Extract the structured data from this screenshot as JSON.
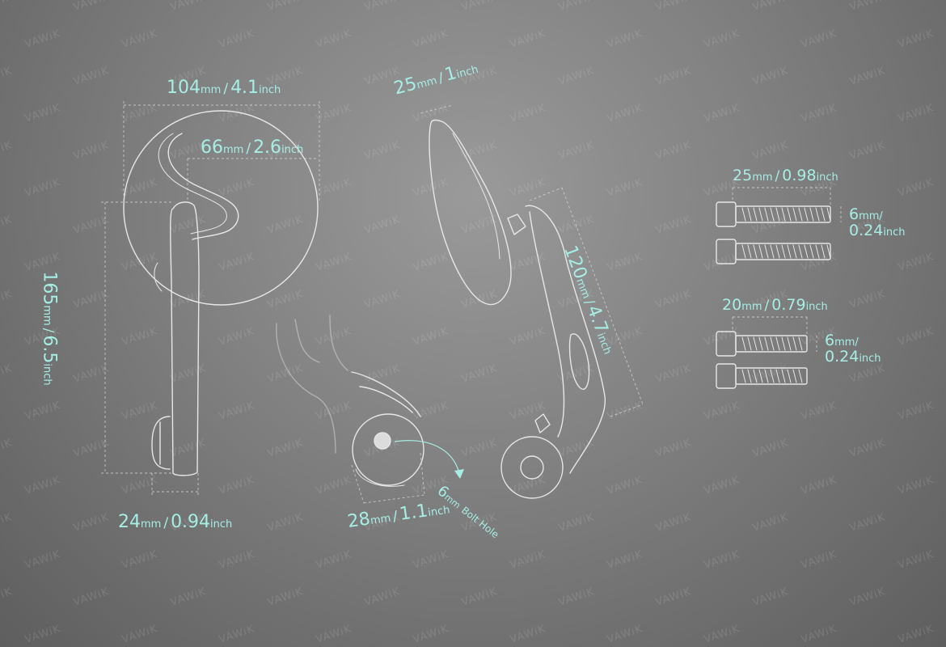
{
  "watermark": "VAWiK",
  "colors": {
    "accent": "#a6eee4",
    "outline": "#e6e6e6",
    "background": "#7f7f7f"
  },
  "dimensions": {
    "mirror_width": {
      "v1": "104",
      "u1": "mm",
      "v2": "4.1",
      "u2": "inch"
    },
    "mirror_inner": {
      "v1": "66",
      "u1": "mm",
      "v2": "2.6",
      "u2": "inch"
    },
    "mirror_height": {
      "v1": "165",
      "u1": "mm",
      "v2": "6.5",
      "u2": "inch"
    },
    "stem_width": {
      "v1": "24",
      "u1": "mm",
      "v2": "0.94",
      "u2": "inch"
    },
    "head_thickness": {
      "v1": "25",
      "u1": "mm",
      "v2": "1",
      "u2": "inch"
    },
    "arm_length": {
      "v1": "120",
      "u1": "mm",
      "v2": "4.7",
      "u2": "inch"
    },
    "clamp_width": {
      "v1": "28",
      "u1": "mm",
      "v2": "1.1",
      "u2": "inch"
    },
    "bolt_hole": {
      "v1": "6",
      "u1": "mm",
      "label": "Bolt Hole"
    }
  },
  "bolts": [
    {
      "length": {
        "v1": "25",
        "u1": "mm",
        "v2": "0.98",
        "u2": "inch"
      },
      "diameter": {
        "v1": "6",
        "u1": "mm",
        "v2": "0.24",
        "u2": "inch"
      }
    },
    {
      "length": {
        "v1": "20",
        "u1": "mm",
        "v2": "0.79",
        "u2": "inch"
      },
      "diameter": {
        "v1": "6",
        "u1": "mm",
        "v2": "0.24",
        "u2": "inch"
      }
    }
  ]
}
